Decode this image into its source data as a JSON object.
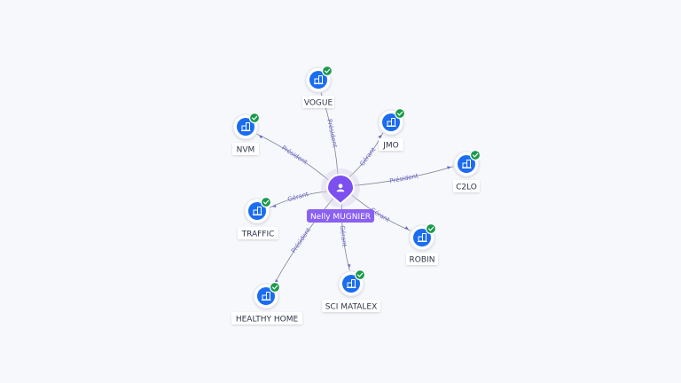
{
  "center": {
    "name": "Nelly MUGNIER",
    "icon": "person-icon",
    "color": "#7b4ff0",
    "label_bg": "#8a5ff3"
  },
  "companies": [
    {
      "name": "VOGUE",
      "relation": "Président"
    },
    {
      "name": "JMO",
      "relation": "Gérant"
    },
    {
      "name": "NVM",
      "relation": "Président"
    },
    {
      "name": "C2LO",
      "relation": "Président"
    },
    {
      "name": "TRAFFIC",
      "relation": "Gérant"
    },
    {
      "name": "ROBIN",
      "relation": "Gérant"
    },
    {
      "name": "HEALTHY HOME",
      "relation": "Président"
    },
    {
      "name": "SCI MATALEX",
      "relation": "Gérant"
    }
  ],
  "company_icon": "building-icon",
  "status_icon": "check-badge-icon",
  "colors": {
    "company": "#1a6cf0",
    "status": "#1a9a4a",
    "edge": "#7e8494",
    "relation_text": "#6a64c8"
  }
}
